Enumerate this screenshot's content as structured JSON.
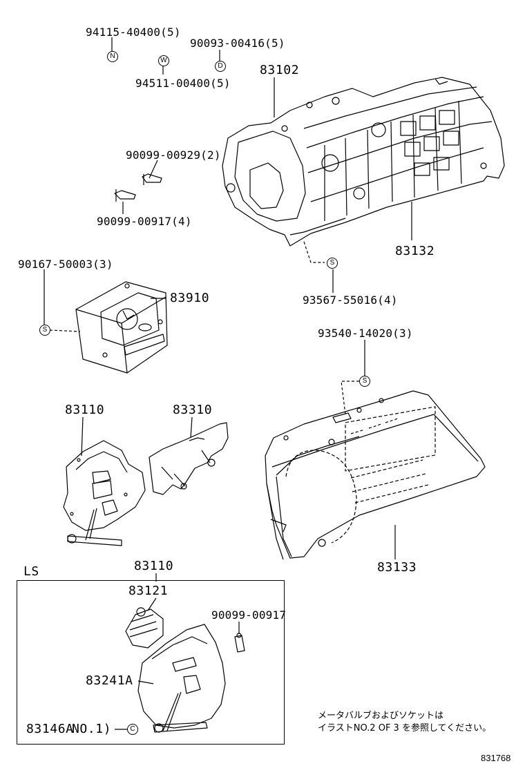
{
  "parts": {
    "nut_94115": "94115-40400(5)",
    "screw_90093": "90093-00416(5)",
    "washer_94511": "94511-00400(5)",
    "housing_83102": "83102",
    "screw_90099_929": "90099-00929(2)",
    "screw_90099_917": "90099-00917(4)",
    "housing_83132": "83132",
    "screw_90167": "90167-50003(3)",
    "clock_83910": "83910",
    "screw_93567": "93567-55016(4)",
    "screw_93540": "93540-14020(3)",
    "speedometer_83110": "83110",
    "fuel_gauge_83310": "83310",
    "meter_glass_83133": "83133",
    "ls_label": "LS",
    "ls_speedometer_83110": "83110",
    "ls_socket_83121": "83121",
    "ls_screw_90099": "90099-00917",
    "ls_part_83241a": "83241A",
    "ls_part_83146a": "83146A",
    "ls_no_label": "NO.1)"
  },
  "symbols": {
    "n": "N",
    "w": "W",
    "d": "D",
    "s": "S",
    "c": "C"
  },
  "note": {
    "line1": "メータバルブおよびソケットは",
    "line2": "イラストNO.2 OF 3 を参照してください。"
  },
  "figure_ref": "831768"
}
